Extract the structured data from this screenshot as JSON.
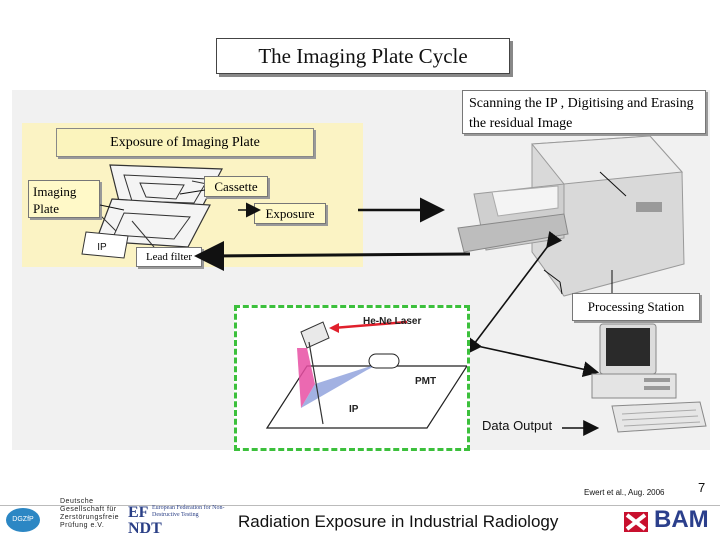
{
  "title": "The Imaging Plate Cycle",
  "exposure_section": {
    "title": "Exposure of Imaging Plate",
    "imaging_plate_label": "Imaging Plate",
    "cassette_label": "Cassette",
    "exposure_label": "Exposure",
    "ip_tag": "IP",
    "lead_filter_label": "Lead filter"
  },
  "scanning_label": "Scanning the IP , Digitising and Erasing the residual Image",
  "processing_label": "Processing Station",
  "laser_diagram": {
    "laser_label": "He-Ne Laser",
    "pmt_label": "PMT",
    "ip_label": "IP"
  },
  "data_output_label": "Data Output",
  "citation": "Ewert et al., Aug. 2006",
  "page_number": "7",
  "footer": {
    "title": "Radiation Exposure in Industrial Radiology",
    "dgzfp_badge": "DGZfP",
    "dgzfp_lines": [
      "Deutsche",
      "Gesellschaft für",
      "Zerstörungsfreie",
      "Prüfung e.V."
    ],
    "efndt_mark_top": "EF",
    "efndt_mark_bottom": "NDT",
    "efndt_tagline": "European Federation for Non-Destructive Testing",
    "bam_label": "BAM"
  },
  "colors": {
    "yellow_region": "#fbf3c4",
    "laser_frame": "#3cc03c",
    "laser_arrow": "#e0202c",
    "bam_blue": "#2b3f8c",
    "dgzfp_blue": "#2c87c4"
  }
}
